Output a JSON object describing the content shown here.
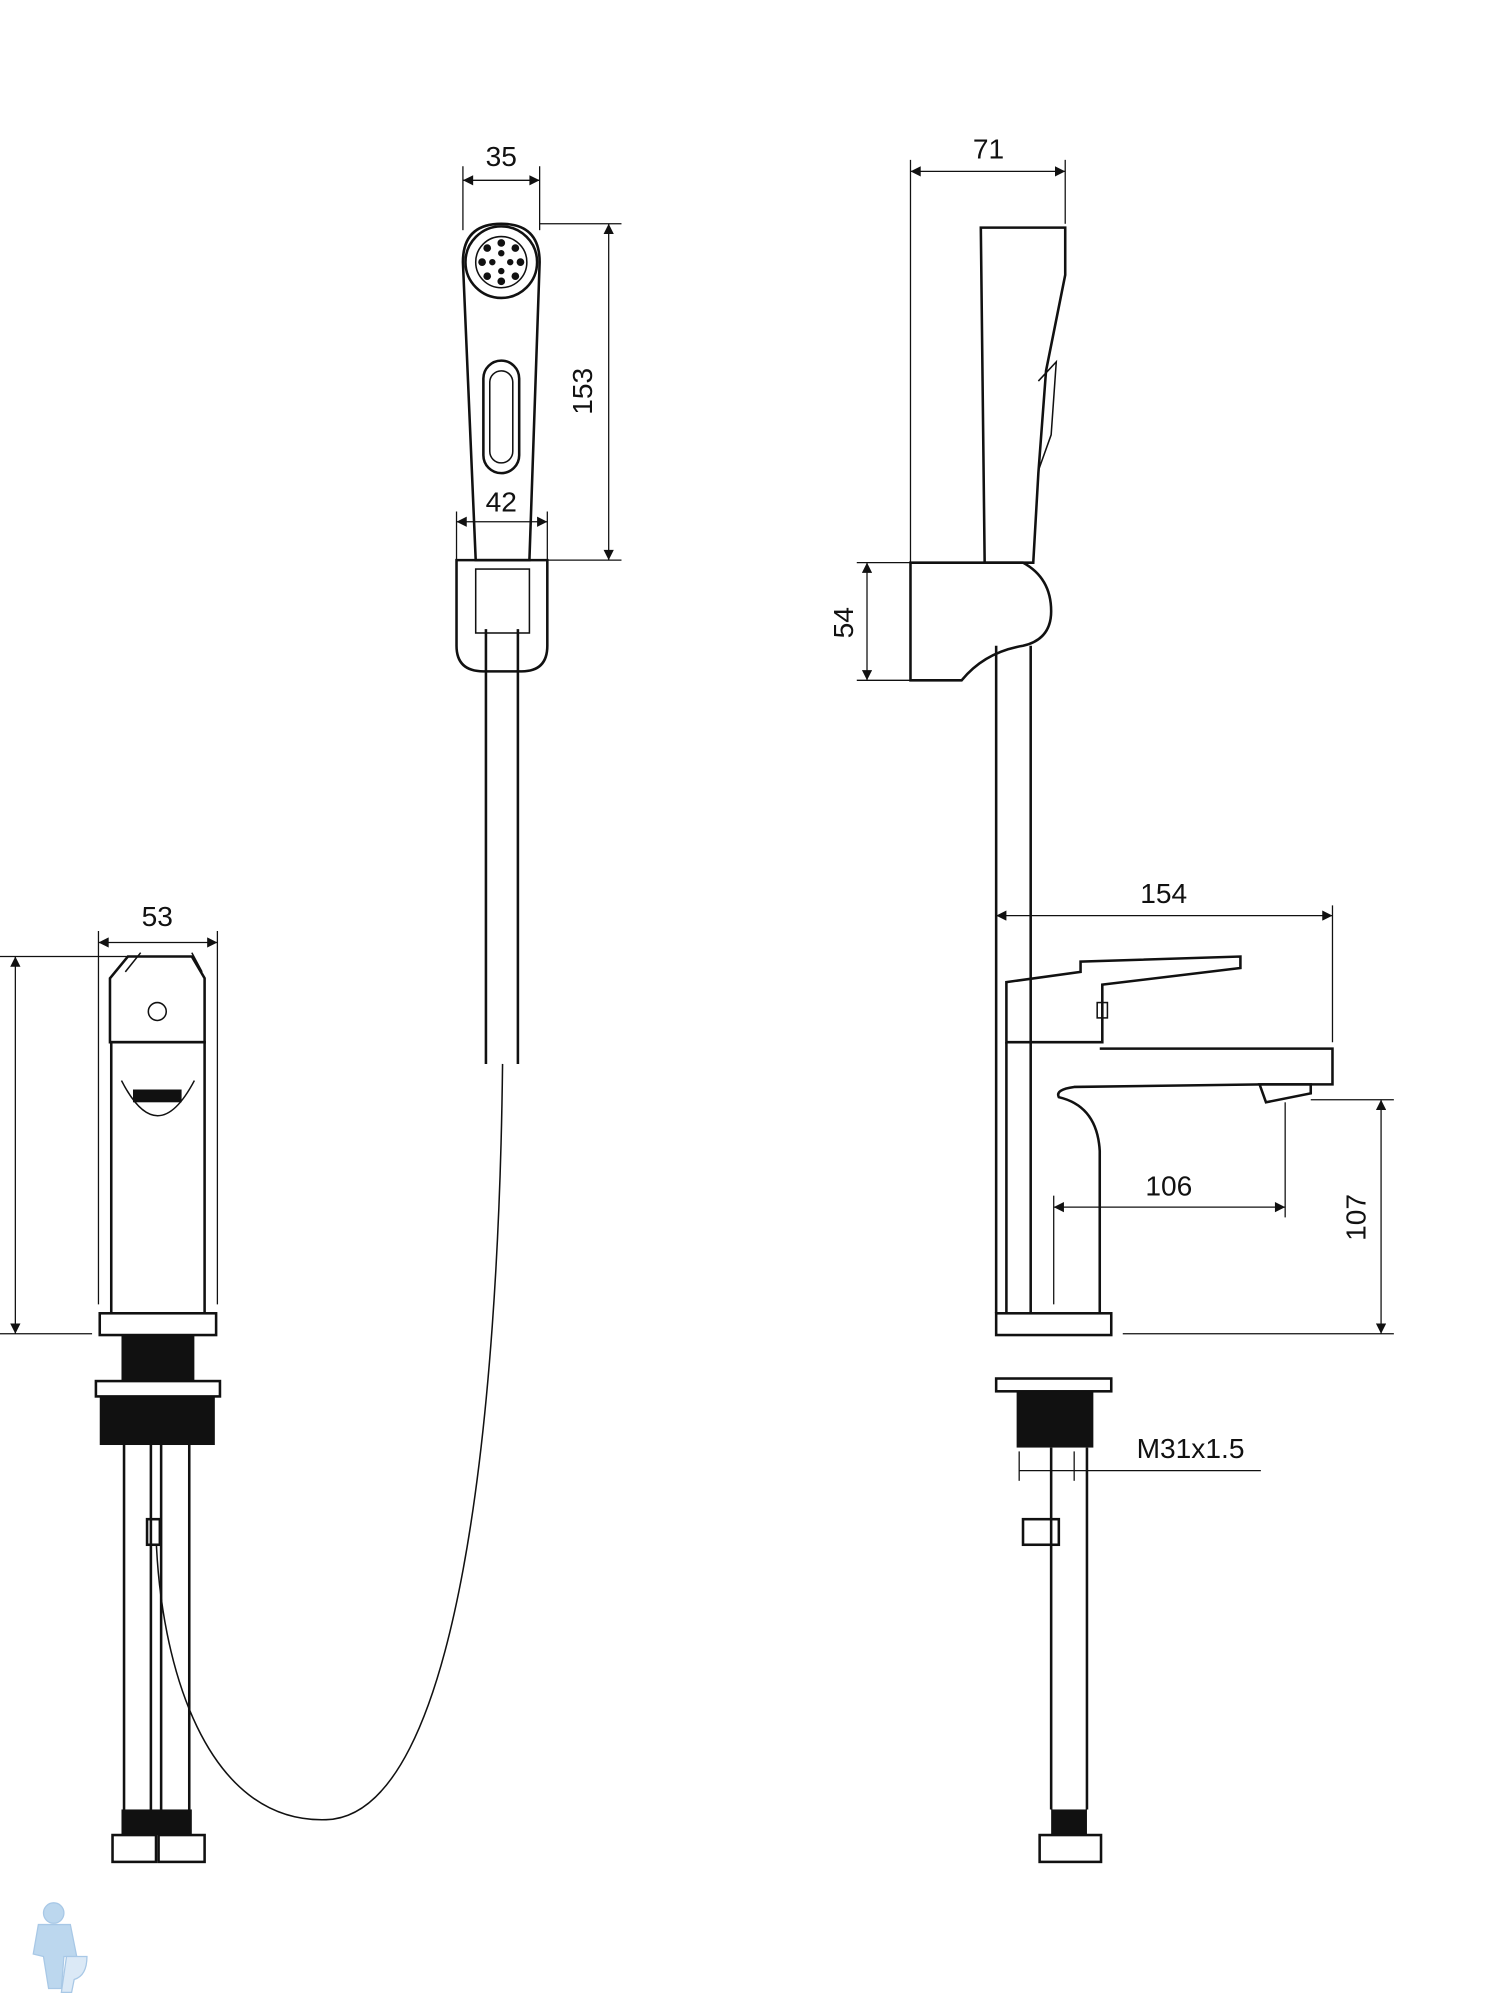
{
  "dimensions": {
    "handshower_width": "35",
    "handshower_length": "153",
    "holder_width": "42",
    "side_depth": "71",
    "holder_height": "54",
    "faucet_width": "53",
    "spout_reach": "154",
    "spout_inner_reach": "106",
    "spout_height": "107",
    "thread": "M31x1.5"
  },
  "colors": {
    "line": "#111111",
    "logo": "#bcd7ee"
  }
}
